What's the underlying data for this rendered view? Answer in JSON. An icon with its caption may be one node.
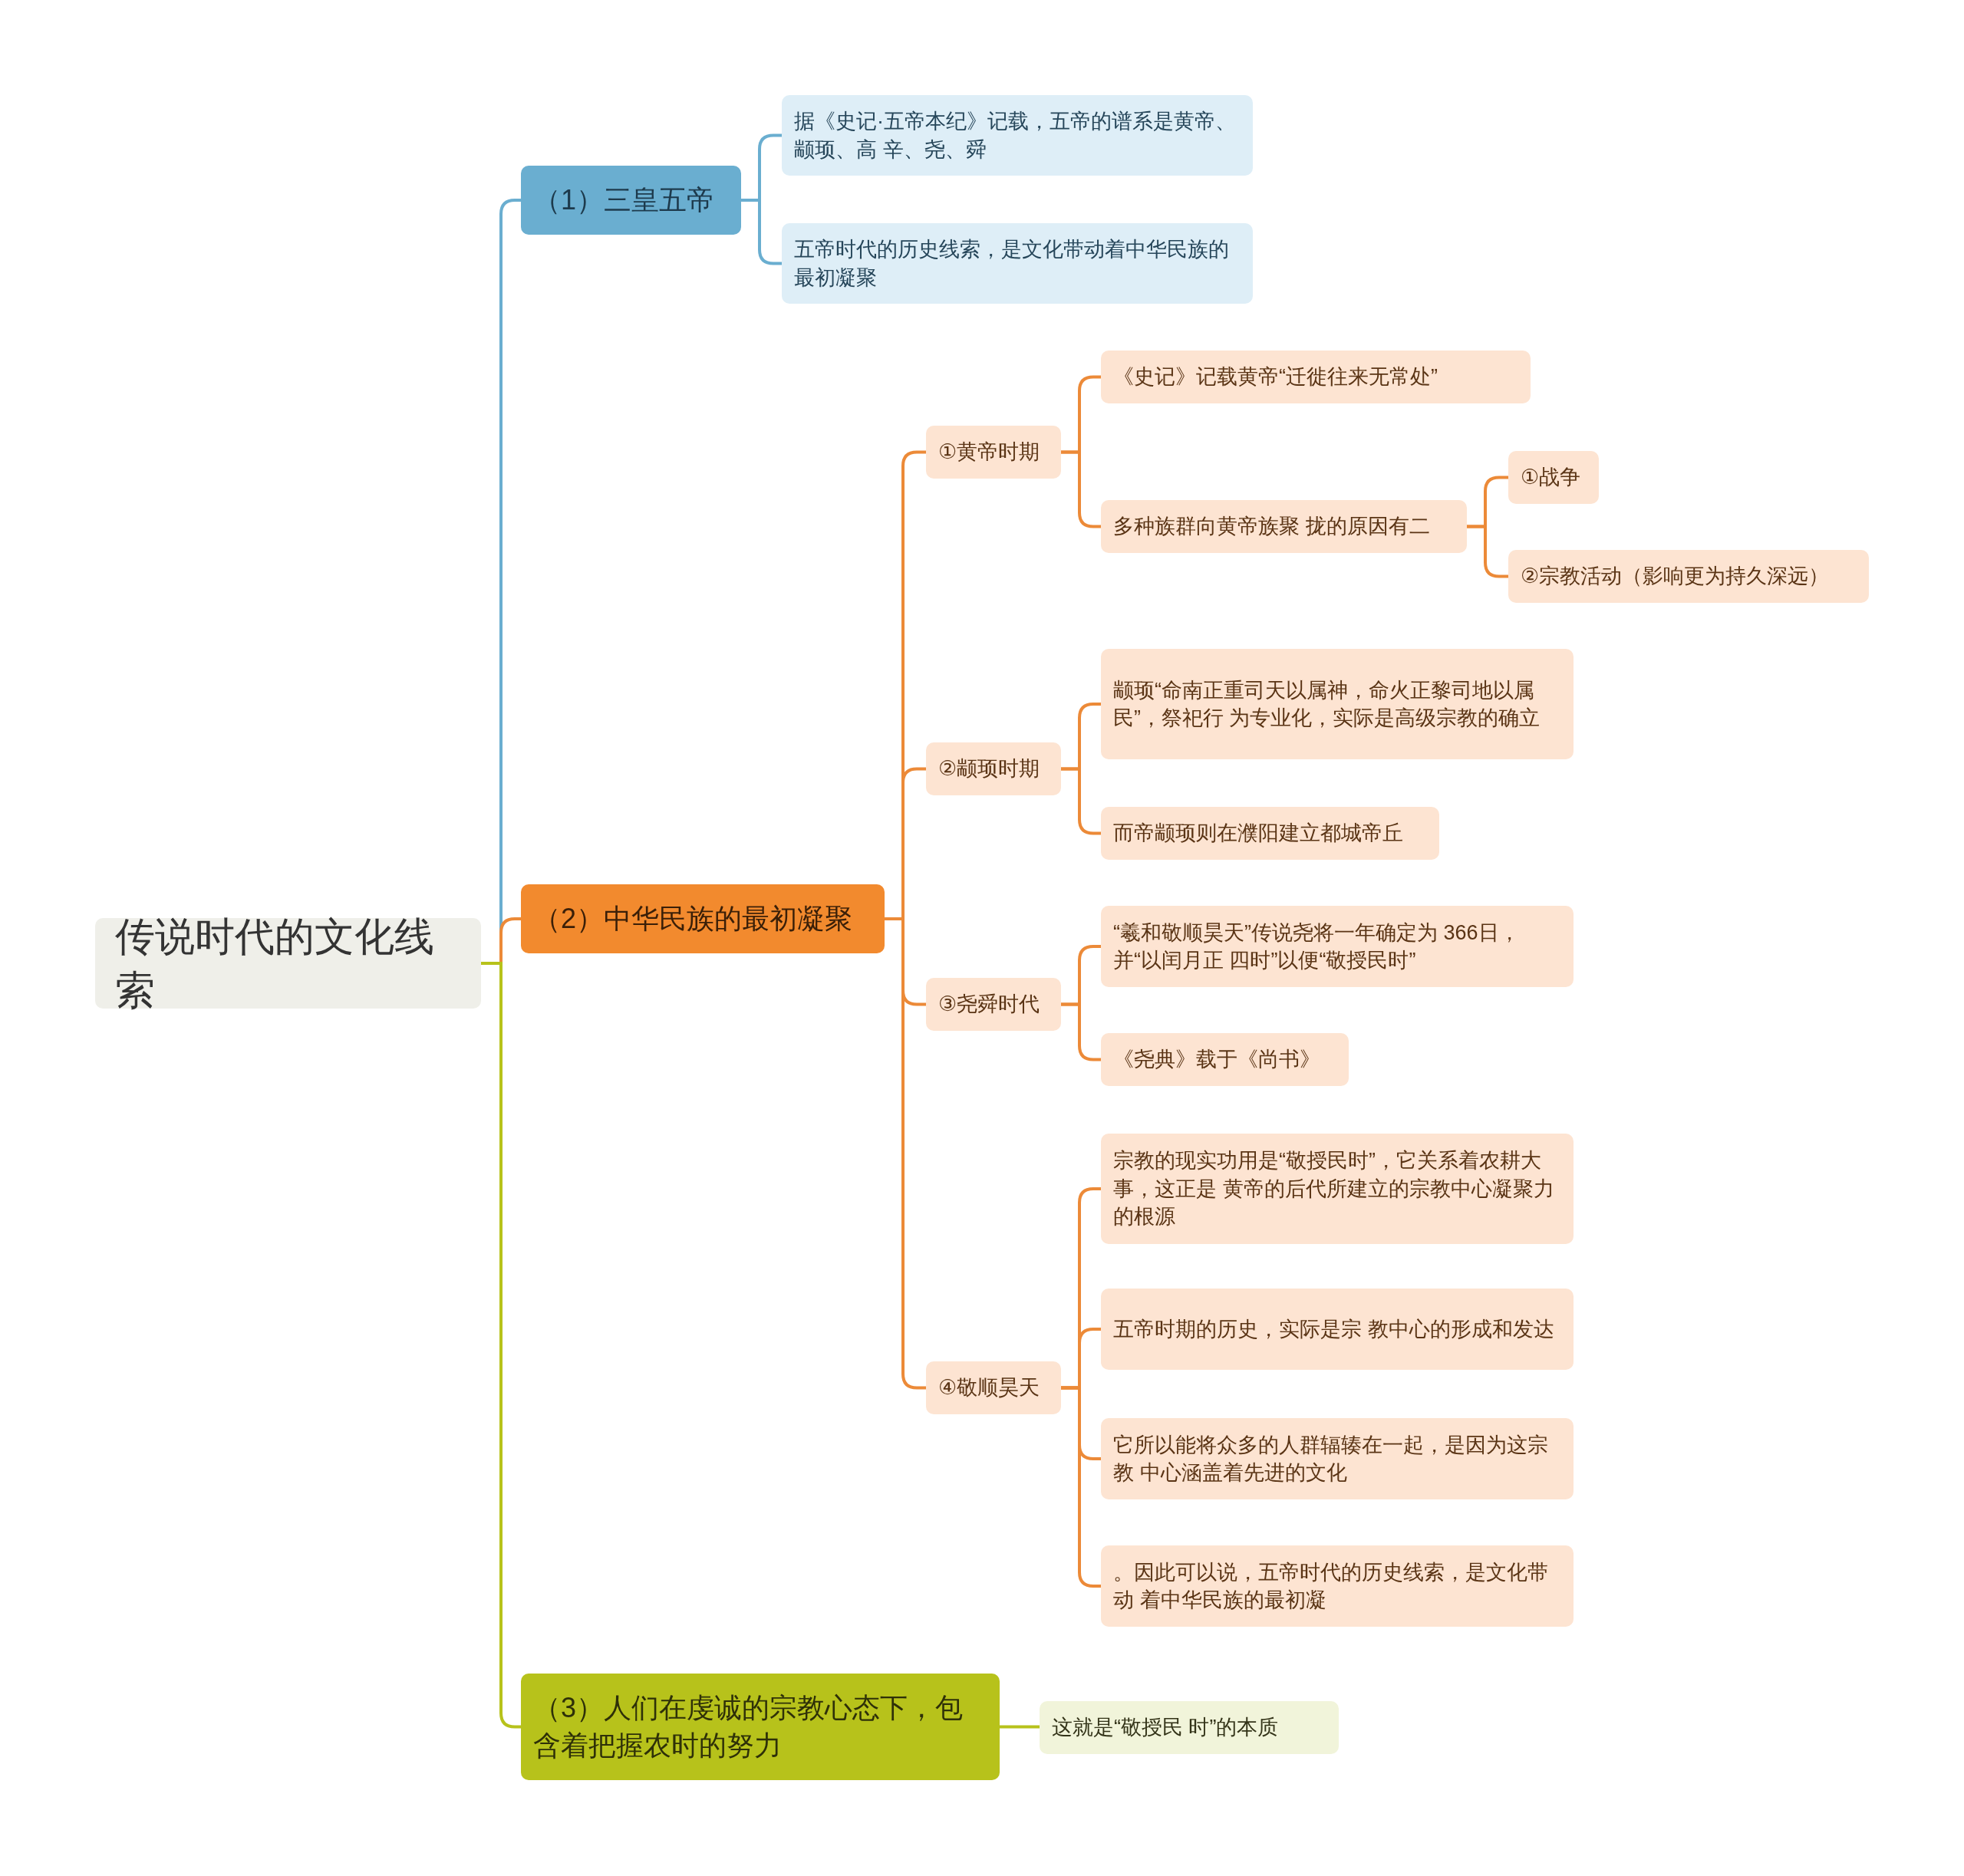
{
  "diagram": {
    "nodes": [
      {
        "text": [
          "传说时代的文化线索"
        ]
      },
      {
        "text": [
          "（1）三皇五帝"
        ]
      },
      {
        "text": [
          "据《史记·五帝本纪》记载，五帝的谱系是黄帝、颛顼、高 辛、尧、舜"
        ]
      },
      {
        "text": [
          "五帝时代的历史线索，是文化带动着中华民族的最初凝聚"
        ]
      },
      {
        "text": [
          "（2）中华民族的最初凝聚"
        ]
      },
      {
        "text": [
          "①黄帝时期"
        ]
      },
      {
        "text": [
          "《史记》记载黄帝“迁徙往来无常处”"
        ]
      },
      {
        "text": [
          "多种族群向黄帝族聚 拢的原因有二"
        ]
      },
      {
        "text": [
          "①战争"
        ]
      },
      {
        "text": [
          "②宗教活动（影响更为持久深远）"
        ]
      },
      {
        "text": [
          "②颛顼时期"
        ]
      },
      {
        "text": [
          "颛顼“命南正重司天以属神，命火正黎司地以属民”，祭祀行 为专业化，实际是高级宗教的确立"
        ]
      },
      {
        "text": [
          "而帝颛顼则在濮阳建立都城帝丘"
        ]
      },
      {
        "text": [
          "③尧舜时代"
        ]
      },
      {
        "text": [
          "“羲和敬顺昊天”传说尧将一年确定为 366日，并“以闰月正 四时”以便“敬授民时”"
        ]
      },
      {
        "text": [
          "《尧典》载于《尚书》"
        ]
      },
      {
        "text": [
          "④敬顺昊天"
        ]
      },
      {
        "text": [
          "宗教的现实功用是“敬授民时”，它关系着农耕大事，这正是 黄帝的后代所建立的宗教中心凝聚力的根源"
        ]
      },
      {
        "text": [
          "五帝时期的历史，实际是宗 教中心的形成和发达"
        ]
      },
      {
        "text": [
          "它所以能将众多的人群辐辏在一起，是因为这宗教 中心涵盖着先进的文化"
        ]
      },
      {
        "text": [
          "。因此可以说，五帝时代的历史线索，是文化带动 着中华民族的最初凝"
        ]
      },
      {
        "text": [
          "（3）人们在虔诚的宗教心态下，包含着把握农时的努力"
        ]
      },
      {
        "text": [
          "这就是“敬授民 时”的本质"
        ]
      }
    ],
    "edges": [
      {
        "from": 0,
        "to": 1,
        "arrow": "none",
        "color": "#6aaed0"
      },
      {
        "from": 1,
        "to": 2,
        "arrow": "none",
        "color": "#6aaed0"
      },
      {
        "from": 1,
        "to": 3,
        "arrow": "none",
        "color": "#6aaed0"
      },
      {
        "from": 0,
        "to": 4,
        "arrow": "none"
      },
      {
        "from": 4,
        "to": 5,
        "arrow": "none"
      },
      {
        "from": 5,
        "to": 6,
        "arrow": "none"
      },
      {
        "from": 5,
        "to": 7,
        "arrow": "none"
      },
      {
        "from": 7,
        "to": 8,
        "arrow": "none"
      },
      {
        "from": 7,
        "to": 9,
        "arrow": "none"
      },
      {
        "from": 4,
        "to": 10,
        "arrow": "none"
      },
      {
        "from": 10,
        "to": 11,
        "arrow": "none"
      },
      {
        "from": 10,
        "to": 12,
        "arrow": "none"
      },
      {
        "from": 4,
        "to": 13,
        "arrow": "none"
      },
      {
        "from": 13,
        "to": 14,
        "arrow": "none"
      },
      {
        "from": 13,
        "to": 15,
        "arrow": "none"
      },
      {
        "from": 4,
        "to": 16,
        "arrow": "none"
      },
      {
        "from": 16,
        "to": 17,
        "arrow": "none"
      },
      {
        "from": 16,
        "to": 18,
        "arrow": "none"
      },
      {
        "from": 16,
        "to": 19,
        "arrow": "none"
      },
      {
        "from": 16,
        "to": 20,
        "arrow": "none"
      },
      {
        "from": 0,
        "to": 21,
        "arrow": "none",
        "color": "#b7c21b"
      },
      {
        "from": 21,
        "to": 22,
        "arrow": "none",
        "color": "#b7c21b"
      }
    ]
  }
}
